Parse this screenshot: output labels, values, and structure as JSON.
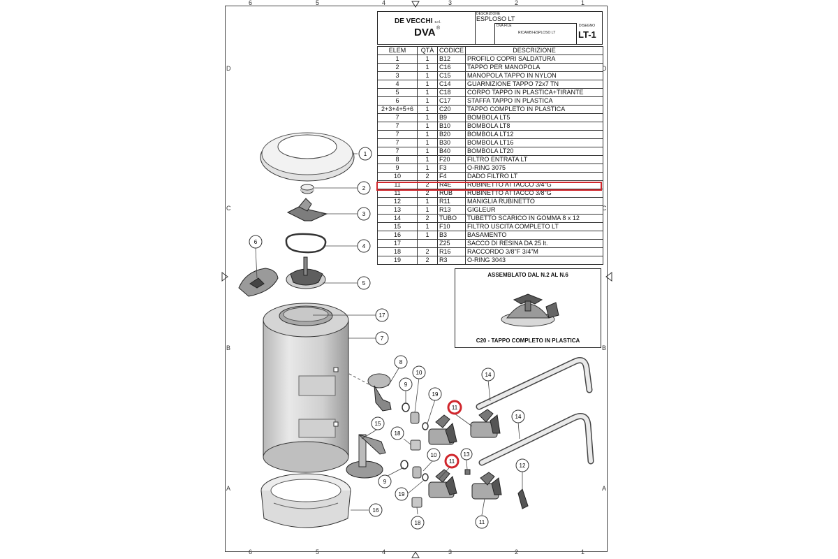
{
  "border": {
    "top_zones": [
      "6",
      "5",
      "4",
      "3",
      "2",
      "1"
    ],
    "bottom_zones": [
      "6",
      "5",
      "4",
      "3",
      "2",
      "1"
    ],
    "left_zones": [
      "D",
      "C",
      "B",
      "A"
    ],
    "right_zones": [
      "D",
      "C",
      "B",
      "A"
    ]
  },
  "title_block": {
    "company": "DE VECCHI",
    "company_suffix": "s.r.l.",
    "brand": "DVA",
    "brand_mark": "®",
    "description_label": "DESCRIZIONE",
    "description": "ESPLOSO LT",
    "file_label": "DVA FILE",
    "file": "RICAMBI-ESPLOSO LT",
    "drawing_label": "DISEGNO",
    "drawing": "LT-1"
  },
  "parts_table": {
    "headers": [
      "ELEM",
      "QTÀ",
      "CODICE",
      "DESCRIZIONE"
    ],
    "rows": [
      [
        "1",
        "1",
        "B12",
        "PROFILO COPRI SALDATURA"
      ],
      [
        "2",
        "1",
        "C16",
        "TAPPO PER MANOPOLA"
      ],
      [
        "3",
        "1",
        "C15",
        "MANOPOLA TAPPO IN NYLON"
      ],
      [
        "4",
        "1",
        "C14",
        "GUARNIZIONE TAPPO 72x7 TN"
      ],
      [
        "5",
        "1",
        "C18",
        "CORPO TAPPO IN PLASTICA+TIRANTE"
      ],
      [
        "6",
        "1",
        "C17",
        "STAFFA TAPPO IN PLASTICA"
      ],
      [
        "2+3+4+5+6",
        "1",
        "C20",
        "TAPPO COMPLETO IN PLASTICA"
      ],
      [
        "7",
        "1",
        "B9",
        "BOMBOLA LT5"
      ],
      [
        "7",
        "1",
        "B10",
        "BOMBOLA LT8"
      ],
      [
        "7",
        "1",
        "B20",
        "BOMBOLA LT12"
      ],
      [
        "7",
        "1",
        "B30",
        "BOMBOLA LT16"
      ],
      [
        "7",
        "1",
        "B40",
        "BOMBOLA LT20"
      ],
      [
        "8",
        "1",
        "F20",
        "FILTRO ENTRATA LT"
      ],
      [
        "9",
        "1",
        "F3",
        "O-RING 3075"
      ],
      [
        "10",
        "2",
        "F4",
        "DADO FILTRO LT"
      ],
      [
        "11",
        "2",
        "R4E",
        "RUBINETTO ATTACCO 3/4\"G"
      ],
      [
        "11",
        "2",
        "RUB",
        "RUBINETTO ATTACCO 3/8\"G"
      ],
      [
        "12",
        "1",
        "R11",
        "MANIGLIA RUBINETTO"
      ],
      [
        "13",
        "1",
        "R13",
        "GIGLEUR"
      ],
      [
        "14",
        "2",
        "TUBO",
        "TUBETTO SCARICO IN GOMMA 8 x 12"
      ],
      [
        "15",
        "1",
        "F10",
        "FILTRO USCITA COMPLETO LT"
      ],
      [
        "16",
        "1",
        "B3",
        "BASAMENTO"
      ],
      [
        "17",
        "",
        "Z25",
        "SACCO DI RESINA DA 25 lt."
      ],
      [
        "18",
        "2",
        "R16",
        "RACCORDO 3/8\"F 3/4\"M"
      ],
      [
        "19",
        "2",
        "R3",
        "O-RING 3043"
      ]
    ],
    "highlight_color": "#d0262c"
  },
  "assembly": {
    "title": "ASSEMBLATO DAL N.2 AL N.6",
    "caption": "C20 - TAPPO COMPLETO IN PLASTICA"
  },
  "callouts": {
    "c1": "1",
    "c2": "2",
    "c3": "3",
    "c4": "4",
    "c5": "5",
    "c6": "6",
    "c17": "17",
    "c7": "7",
    "c8": "8",
    "c9a": "9",
    "c10a": "10",
    "c19a": "19",
    "c11a": "11",
    "c14a": "14",
    "c14b": "14",
    "c15": "15",
    "c18a": "18",
    "c13": "13",
    "c10b": "10",
    "c11b": "11",
    "c9b": "9",
    "c12": "12",
    "c19b": "19",
    "c16": "16",
    "c18b": "18",
    "c11c": "11"
  },
  "accent_color": "#d0262c"
}
